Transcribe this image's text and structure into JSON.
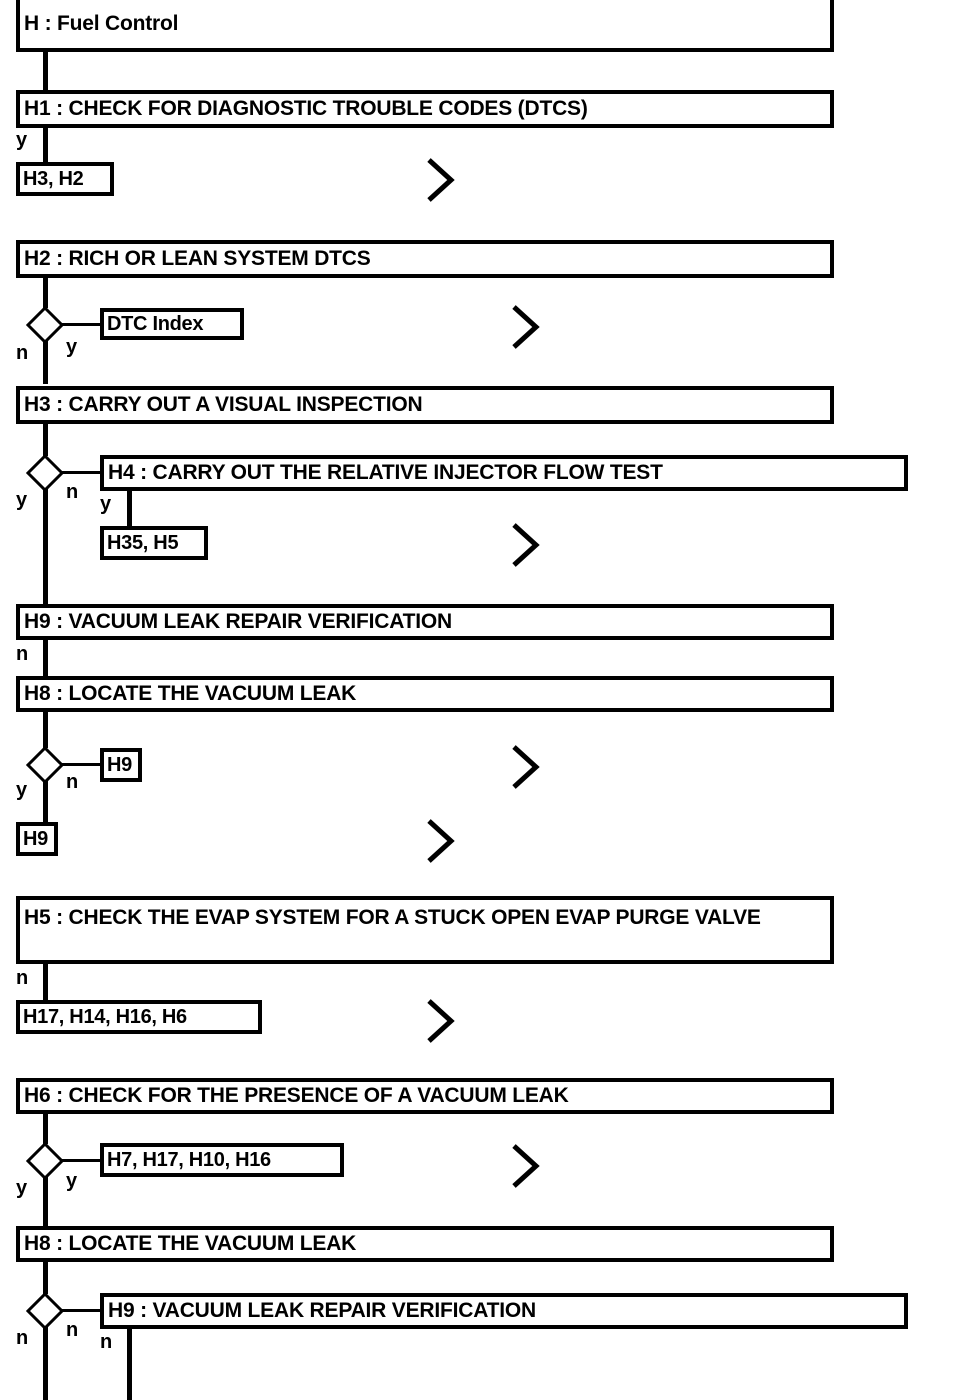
{
  "diagram": {
    "title": "H : Fuel Control",
    "type": "flowchart",
    "boxes": [
      {
        "id": "H",
        "label": "H : Fuel Control"
      },
      {
        "id": "H1",
        "label": "H1 : CHECK FOR DIAGNOSTIC TROUBLE CODES (DTCS)"
      },
      {
        "id": "H2",
        "label": "H2 : RICH OR LEAN SYSTEM DTCS"
      },
      {
        "id": "H3",
        "label": "H3 : CARRY OUT A VISUAL INSPECTION"
      },
      {
        "id": "H4",
        "label": "H4 : CARRY OUT THE RELATIVE INJECTOR FLOW TEST"
      },
      {
        "id": "H9a",
        "label": "H9 : VACUUM LEAK REPAIR VERIFICATION"
      },
      {
        "id": "H8a",
        "label": "H8 : LOCATE THE VACUUM LEAK"
      },
      {
        "id": "H5",
        "label": "H5 : CHECK THE EVAP SYSTEM FOR A STUCK OPEN EVAP PURGE VALVE"
      },
      {
        "id": "H6",
        "label": "H6 : CHECK FOR THE PRESENCE OF A VACUUM LEAK"
      },
      {
        "id": "H8b",
        "label": "H8 : LOCATE THE VACUUM LEAK"
      },
      {
        "id": "H9b",
        "label": "H9 : VACUUM LEAK REPAIR VERIFICATION"
      }
    ],
    "chips": [
      {
        "id": "c1",
        "label": "H3, H2"
      },
      {
        "id": "c2",
        "label": "DTC Index"
      },
      {
        "id": "c3",
        "label": "H35, H5"
      },
      {
        "id": "c4",
        "label": "H9"
      },
      {
        "id": "c5",
        "label": "H9"
      },
      {
        "id": "c6",
        "label": "H17, H14, H16, H6"
      },
      {
        "id": "c7",
        "label": "H7, H17, H10, H16"
      }
    ],
    "branch_labels": [
      {
        "id": "b1",
        "text": "y"
      },
      {
        "id": "b2",
        "text": "n"
      },
      {
        "id": "b3",
        "text": "y"
      },
      {
        "id": "b4",
        "text": "y"
      },
      {
        "id": "b5",
        "text": "n"
      },
      {
        "id": "b6",
        "text": "y"
      },
      {
        "id": "b7",
        "text": "n"
      },
      {
        "id": "b8",
        "text": "y"
      },
      {
        "id": "b9",
        "text": "n"
      },
      {
        "id": "b10",
        "text": "n"
      },
      {
        "id": "b11",
        "text": "n"
      },
      {
        "id": "b12",
        "text": "y"
      },
      {
        "id": "b13",
        "text": "y"
      },
      {
        "id": "b14",
        "text": "n"
      },
      {
        "id": "b15",
        "text": "n"
      }
    ],
    "colors": {
      "stroke": "#000000",
      "background": "#ffffff",
      "text": "#000000"
    }
  }
}
